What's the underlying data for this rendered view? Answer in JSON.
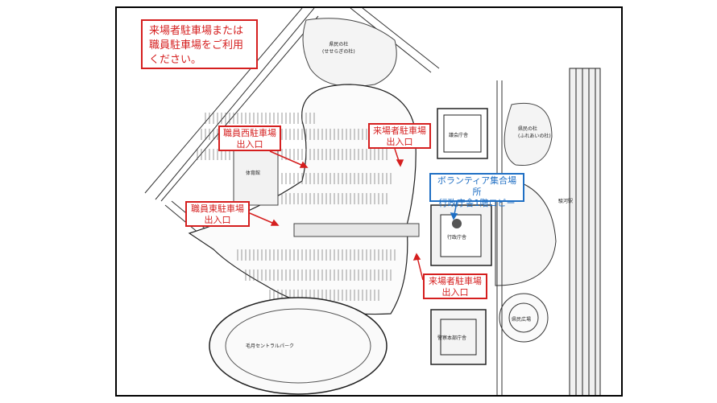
{
  "callouts": {
    "main_notice": "来場者駐車場または\n職員駐車場をご利用\nください。",
    "staff_west": "職員西駐車場\n出入口",
    "staff_east": "職員東駐車場\n出入口",
    "visitor_north": "来場者駐車場\n出入口",
    "visitor_south": "来場者駐車場\n出入口",
    "volunteer": "ボランティア集合場所\n行政庁舎1階ロビー"
  },
  "map_labels": {
    "forest_north": "県民の杜\n(せせらぎの杜)",
    "assembly": "議会庁舎",
    "forest_east": "県民の杜\n(ふれあいの杜)",
    "gym": "体育館",
    "admin": "行政庁舎",
    "police": "警察本部庁舎",
    "park": "毛月セントラルパーク",
    "station": "駿河駅",
    "square": "県民広場"
  },
  "colors": {
    "callout_red": "#d51f1f",
    "callout_blue": "#1f6fc4"
  }
}
